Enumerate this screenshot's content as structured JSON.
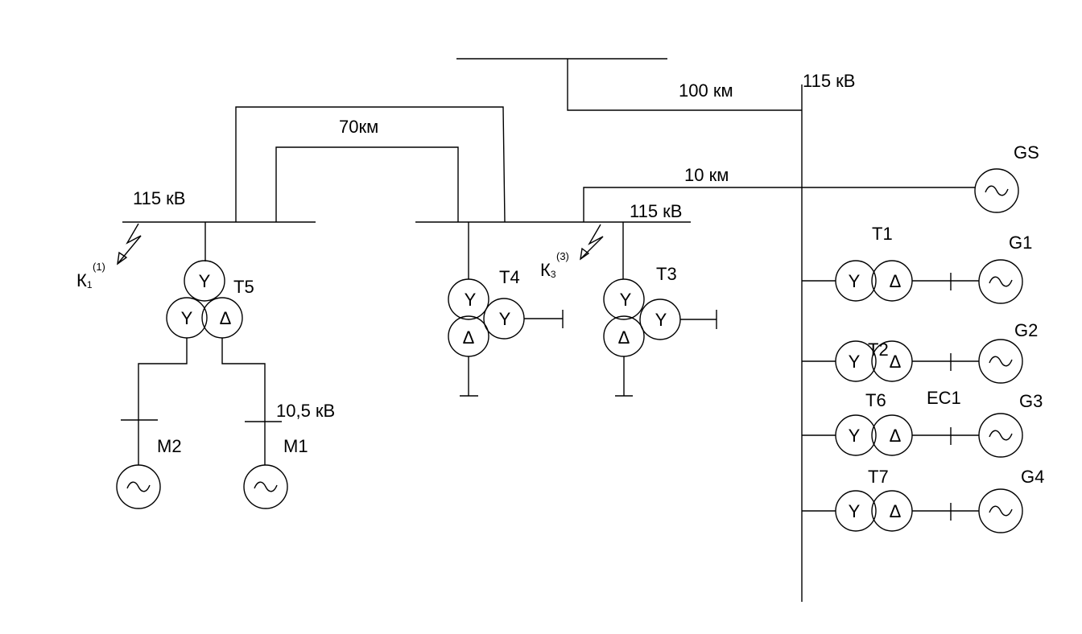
{
  "buses": {
    "left": "115 кВ",
    "middle": "115 кВ",
    "right": "115 кВ",
    "motor": "10,5 кВ"
  },
  "lines": {
    "top": "100 км",
    "double": "70км",
    "short": "10 км"
  },
  "faults": {
    "k1": {
      "base": "К",
      "sub": "1",
      "sup": "(1)"
    },
    "k3": {
      "base": "К",
      "sub": "3",
      "sup": "(3)"
    }
  },
  "transformers": {
    "t1": {
      "label": "Т1",
      "w1": "Y",
      "w2": "Δ"
    },
    "t2": {
      "label": "Т2",
      "w1": "Y",
      "w2": "Δ"
    },
    "t3": {
      "label": "Т3",
      "w1": "Y",
      "w2": "Δ",
      "w3": "Y"
    },
    "t4": {
      "label": "Т4",
      "w1": "Y",
      "w2": "Δ",
      "w3": "Y"
    },
    "t5": {
      "label": "Т5",
      "w1": "Y",
      "w2": "Y",
      "w3": "Δ"
    },
    "t6": {
      "label": "Т6",
      "w1": "Y",
      "w2": "Δ"
    },
    "t7": {
      "label": "Т7",
      "w1": "Y",
      "w2": "Δ"
    }
  },
  "sources": {
    "gs": "GS",
    "g1": "G1",
    "g2": "G2",
    "g3": "G3",
    "g4": "G4",
    "m1": "M1",
    "m2": "M2",
    "ec1": "ЕС1"
  }
}
